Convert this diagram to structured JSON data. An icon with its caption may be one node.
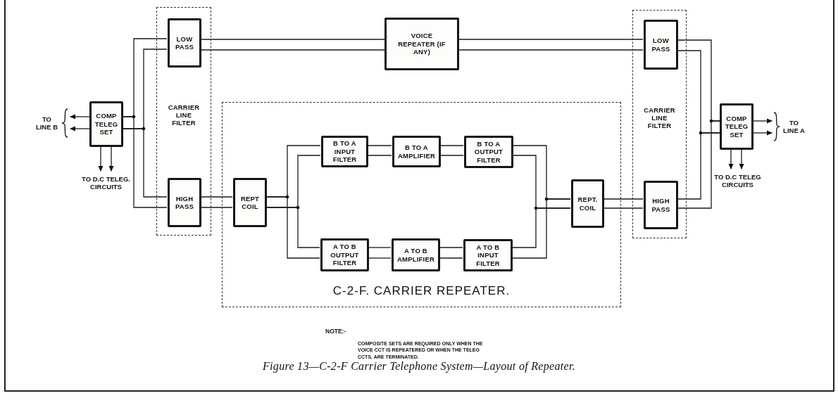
{
  "diagram": {
    "caption": "Figure 13—C-2-F Carrier Telephone System—Layout of Repeater.",
    "nodes": [
      {
        "text": [
          "CARRIER LINE FILTER"
        ]
      },
      {
        "text": [
          "LOW PASS"
        ],
        "in": 0
      },
      {
        "text": [
          "HIGH PASS"
        ],
        "in": 0
      },
      {
        "text": [
          "COMP TELEG SET"
        ]
      },
      {
        "text": [
          "TO LINE B"
        ]
      },
      {
        "text": [
          "TO D.C TELEG. CIRCUITS"
        ]
      },
      {
        "text": [
          "VOICE REPEATER (IF ANY)"
        ]
      },
      {
        "text": [
          "C-2-F. CARRIER REPEATER."
        ]
      },
      {
        "text": [
          "REPT COIL"
        ],
        "in": 7
      },
      {
        "text": [
          "B TO A INPUT FILTER"
        ],
        "in": 7
      },
      {
        "text": [
          "B TO A AMPLIFIER"
        ],
        "in": 7
      },
      {
        "text": [
          "B TO A OUTPUT FILTER"
        ],
        "in": 7
      },
      {
        "text": [
          "A TO B OUTPUT FILTER"
        ],
        "in": 7
      },
      {
        "text": [
          "A TO B AMPLIFIER"
        ],
        "in": 7
      },
      {
        "text": [
          "A TO B INPUT FILTER"
        ],
        "in": 7
      },
      {
        "text": [
          "REPT. COIL"
        ],
        "in": 7
      },
      {
        "text": [
          "CARRIER LINE FILTER"
        ]
      },
      {
        "text": [
          "LOW PASS"
        ],
        "in": 16
      },
      {
        "text": [
          "HIGH PASS"
        ],
        "in": 16
      },
      {
        "text": [
          "COMP TELEG SET"
        ]
      },
      {
        "text": [
          "TO LINE A"
        ]
      },
      {
        "text": [
          "TO D.C TELEG CIRCUITS"
        ]
      }
    ],
    "edges": [
      {
        "from": 3,
        "to": 1,
        "arrow": "none"
      },
      {
        "from": 3,
        "to": 1,
        "arrow": "none"
      },
      {
        "from": 3,
        "to": 2,
        "arrow": "none"
      },
      {
        "from": 3,
        "to": 2,
        "arrow": "none"
      },
      {
        "from": 1,
        "to": 6,
        "arrow": "none"
      },
      {
        "from": 1,
        "to": 6,
        "arrow": "none"
      },
      {
        "from": 6,
        "to": 17,
        "arrow": "none"
      },
      {
        "from": 6,
        "to": 17,
        "arrow": "none"
      },
      {
        "from": 2,
        "to": 8,
        "arrow": "none"
      },
      {
        "from": 2,
        "to": 8,
        "arrow": "none"
      },
      {
        "from": 8,
        "to": 9,
        "arrow": "none"
      },
      {
        "from": 8,
        "to": 9,
        "arrow": "none"
      },
      {
        "from": 8,
        "to": 12,
        "arrow": "none"
      },
      {
        "from": 8,
        "to": 12,
        "arrow": "none"
      },
      {
        "from": 9,
        "to": 10,
        "arrow": "none"
      },
      {
        "from": 9,
        "to": 10,
        "arrow": "none"
      },
      {
        "from": 10,
        "to": 11,
        "arrow": "none"
      },
      {
        "from": 10,
        "to": 11,
        "arrow": "none"
      },
      {
        "from": 11,
        "to": 15,
        "arrow": "none"
      },
      {
        "from": 11,
        "to": 15,
        "arrow": "none"
      },
      {
        "from": 12,
        "to": 13,
        "arrow": "none"
      },
      {
        "from": 12,
        "to": 13,
        "arrow": "none"
      },
      {
        "from": 13,
        "to": 14,
        "arrow": "none"
      },
      {
        "from": 13,
        "to": 14,
        "arrow": "none"
      },
      {
        "from": 14,
        "to": 15,
        "arrow": "none"
      },
      {
        "from": 14,
        "to": 15,
        "arrow": "none"
      },
      {
        "from": 15,
        "to": 18,
        "arrow": "none"
      },
      {
        "from": 15,
        "to": 18,
        "arrow": "none"
      },
      {
        "from": 17,
        "to": 19,
        "arrow": "none"
      },
      {
        "from": 17,
        "to": 19,
        "arrow": "none"
      },
      {
        "from": 18,
        "to": 19,
        "arrow": "none"
      },
      {
        "from": 18,
        "to": 19,
        "arrow": "none"
      },
      {
        "from": 3,
        "to": 4,
        "arrow": "to"
      },
      {
        "from": 3,
        "to": 4,
        "arrow": "to"
      },
      {
        "from": 3,
        "to": 5,
        "arrow": "to"
      },
      {
        "from": 3,
        "to": 5,
        "arrow": "to"
      },
      {
        "from": 19,
        "to": 20,
        "arrow": "to"
      },
      {
        "from": 19,
        "to": 20,
        "arrow": "to"
      },
      {
        "from": 19,
        "to": 21,
        "arrow": "to"
      },
      {
        "from": 19,
        "to": 21,
        "arrow": "to"
      }
    ],
    "labels": [
      "NOTE:-",
      "COMPOSITE SETS ARE REQUIRED ONLY WHEN THE VOICE CCT IS REPEATERED OR WHEN THE TELEG CCTS. ARE TERMINATED."
    ]
  }
}
